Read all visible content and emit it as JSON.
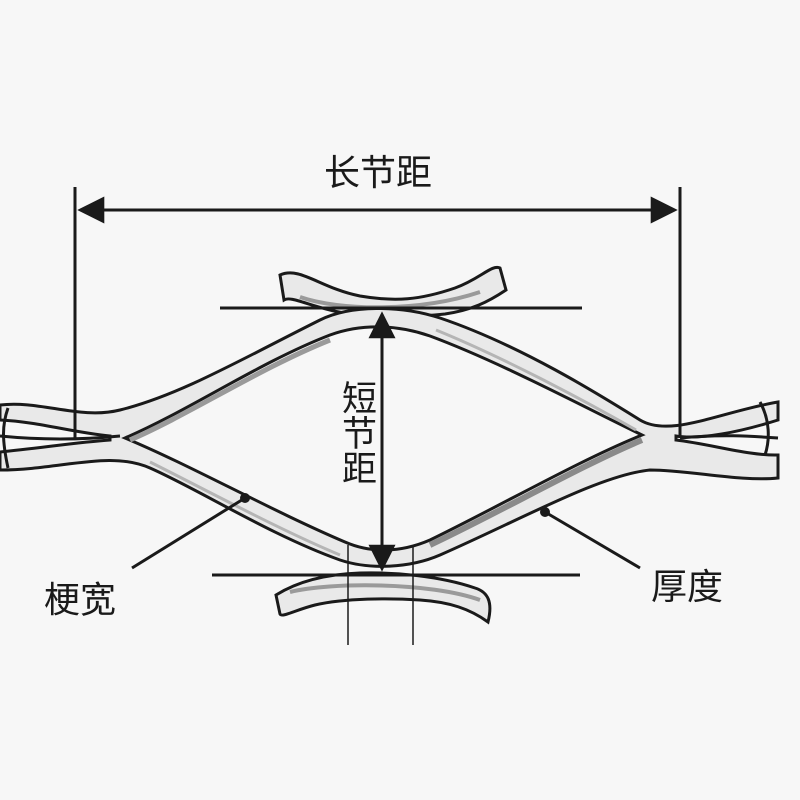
{
  "diagram": {
    "labels": {
      "long_pitch": "长节距",
      "short_pitch": "短节距",
      "rib_width": "梗宽",
      "thickness": "厚度"
    },
    "colors": {
      "background": "#f7f7f7",
      "line": "#1a1a1a",
      "mesh_fill": "#e9e9e9",
      "mesh_shadow": "#9a9a9a"
    }
  }
}
